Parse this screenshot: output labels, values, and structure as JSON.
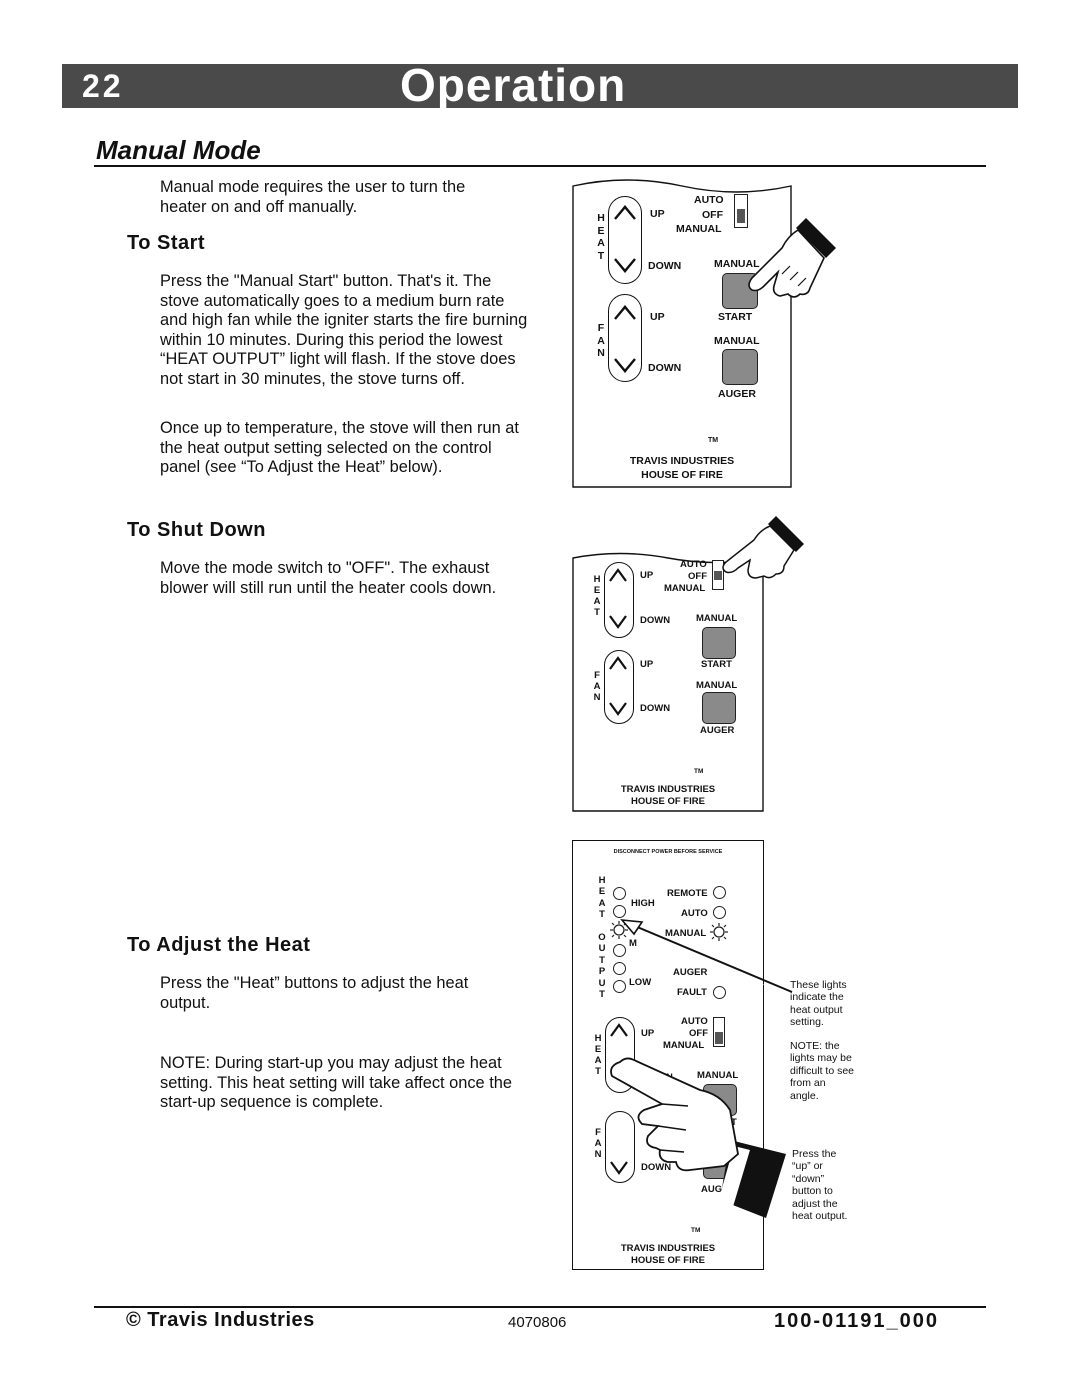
{
  "header": {
    "page_number": "22",
    "title": "Operation"
  },
  "section": {
    "title": "Manual Mode"
  },
  "intro": "Manual mode requires the user to turn the heater on and off manually.",
  "to_start": {
    "heading": "To Start",
    "para1": "Press the \"Manual Start\" button. That's it. The stove automatically goes to a medium burn rate and high fan while the igniter starts the fire burning within 10 minutes. During this period the lowest “HEAT OUTPUT” light will flash. If the stove does not start in 30 minutes, the stove turns off.",
    "para2": "Once up to temperature, the stove will then run at the heat output setting selected on the control panel (see “To Adjust the Heat” below)."
  },
  "to_shut_down": {
    "heading": "To Shut Down",
    "para": "Move the mode switch to \"OFF\". The exhaust blower will still run until the heater cools down."
  },
  "to_adjust": {
    "heading": "To Adjust the Heat",
    "para": "Press the \"Heat” buttons to adjust the heat output.",
    "note": "NOTE: During start-up you may adjust the heat setting. This heat setting will take affect once the start-up sequence is complete."
  },
  "panel": {
    "heat_letters": [
      "H",
      "E",
      "A",
      "T"
    ],
    "fan_letters": [
      "F",
      "A",
      "N"
    ],
    "output_letters": [
      "H",
      "E",
      "A",
      "T",
      "",
      "O",
      "U",
      "T",
      "P",
      "U",
      "T"
    ],
    "up": "UP",
    "down": "DOWN",
    "auto": "AUTO",
    "off": "OFF",
    "manual": "MANUAL",
    "start": "START",
    "auger": "AUGER",
    "tm": "TM",
    "brand1": "TRAVIS INDUSTRIES",
    "brand2": "HOUSE OF FIRE",
    "disconnect": "DISCONNECT POWER BEFORE SERVICE",
    "high": "HIGH",
    "low": "LOW",
    "remote": "REMOTE",
    "fault": "FAULT",
    "med_partial": "M",
    "down_partial": "DOWN",
    "down_partial_heat": "WN",
    "auger_partial": "AUGE",
    "start_partial": "T"
  },
  "notes": {
    "lights": "These lights indicate the heat output setting.",
    "angle": "NOTE: the lights may be difficult to see from an angle.",
    "press": "Press the “up” or “down” button to adjust the heat output."
  },
  "footer": {
    "copyright": "© Travis Industries",
    "code": "4070806",
    "part": "100-01191_000"
  },
  "colors": {
    "header_bar": "#4a4a4a",
    "button_gray": "#8a8a8a"
  }
}
